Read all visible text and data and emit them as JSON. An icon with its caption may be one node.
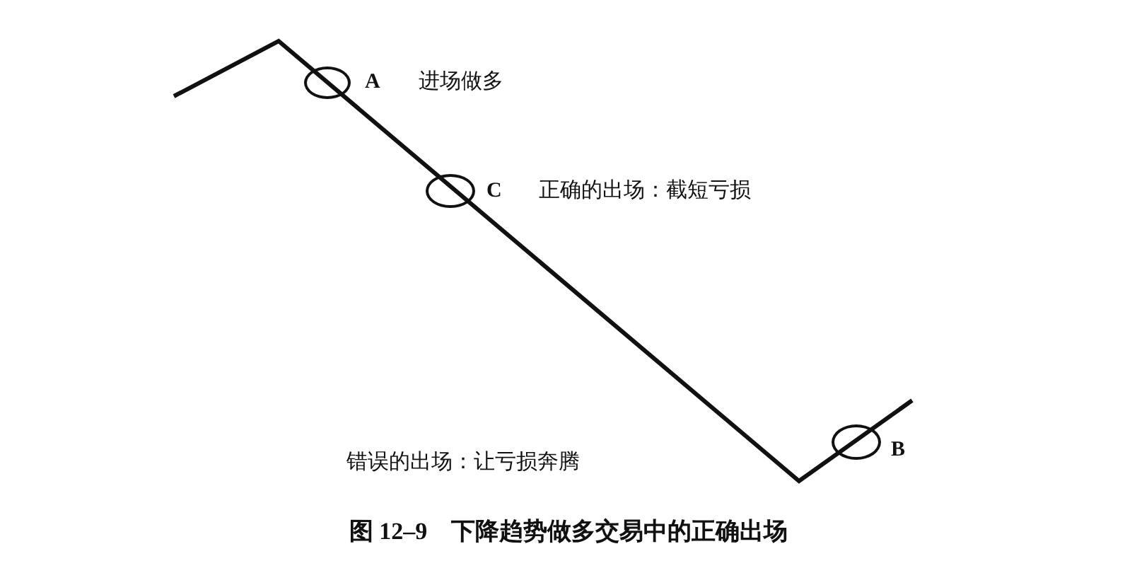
{
  "diagram": {
    "caption": "图 12–9　下降趋势做多交易中的正确出场",
    "nodes": [
      {
        "text": [],
        "shape": "circle",
        "beside": [
          "A",
          "进场做多"
        ]
      },
      {
        "text": [],
        "shape": "circle",
        "beside": [
          "C",
          "正确的出场：截短亏损"
        ]
      },
      {
        "text": [],
        "shape": "circle",
        "beside": [
          "B"
        ]
      }
    ],
    "labels": [
      "错误的出场：让亏损奔腾"
    ]
  }
}
